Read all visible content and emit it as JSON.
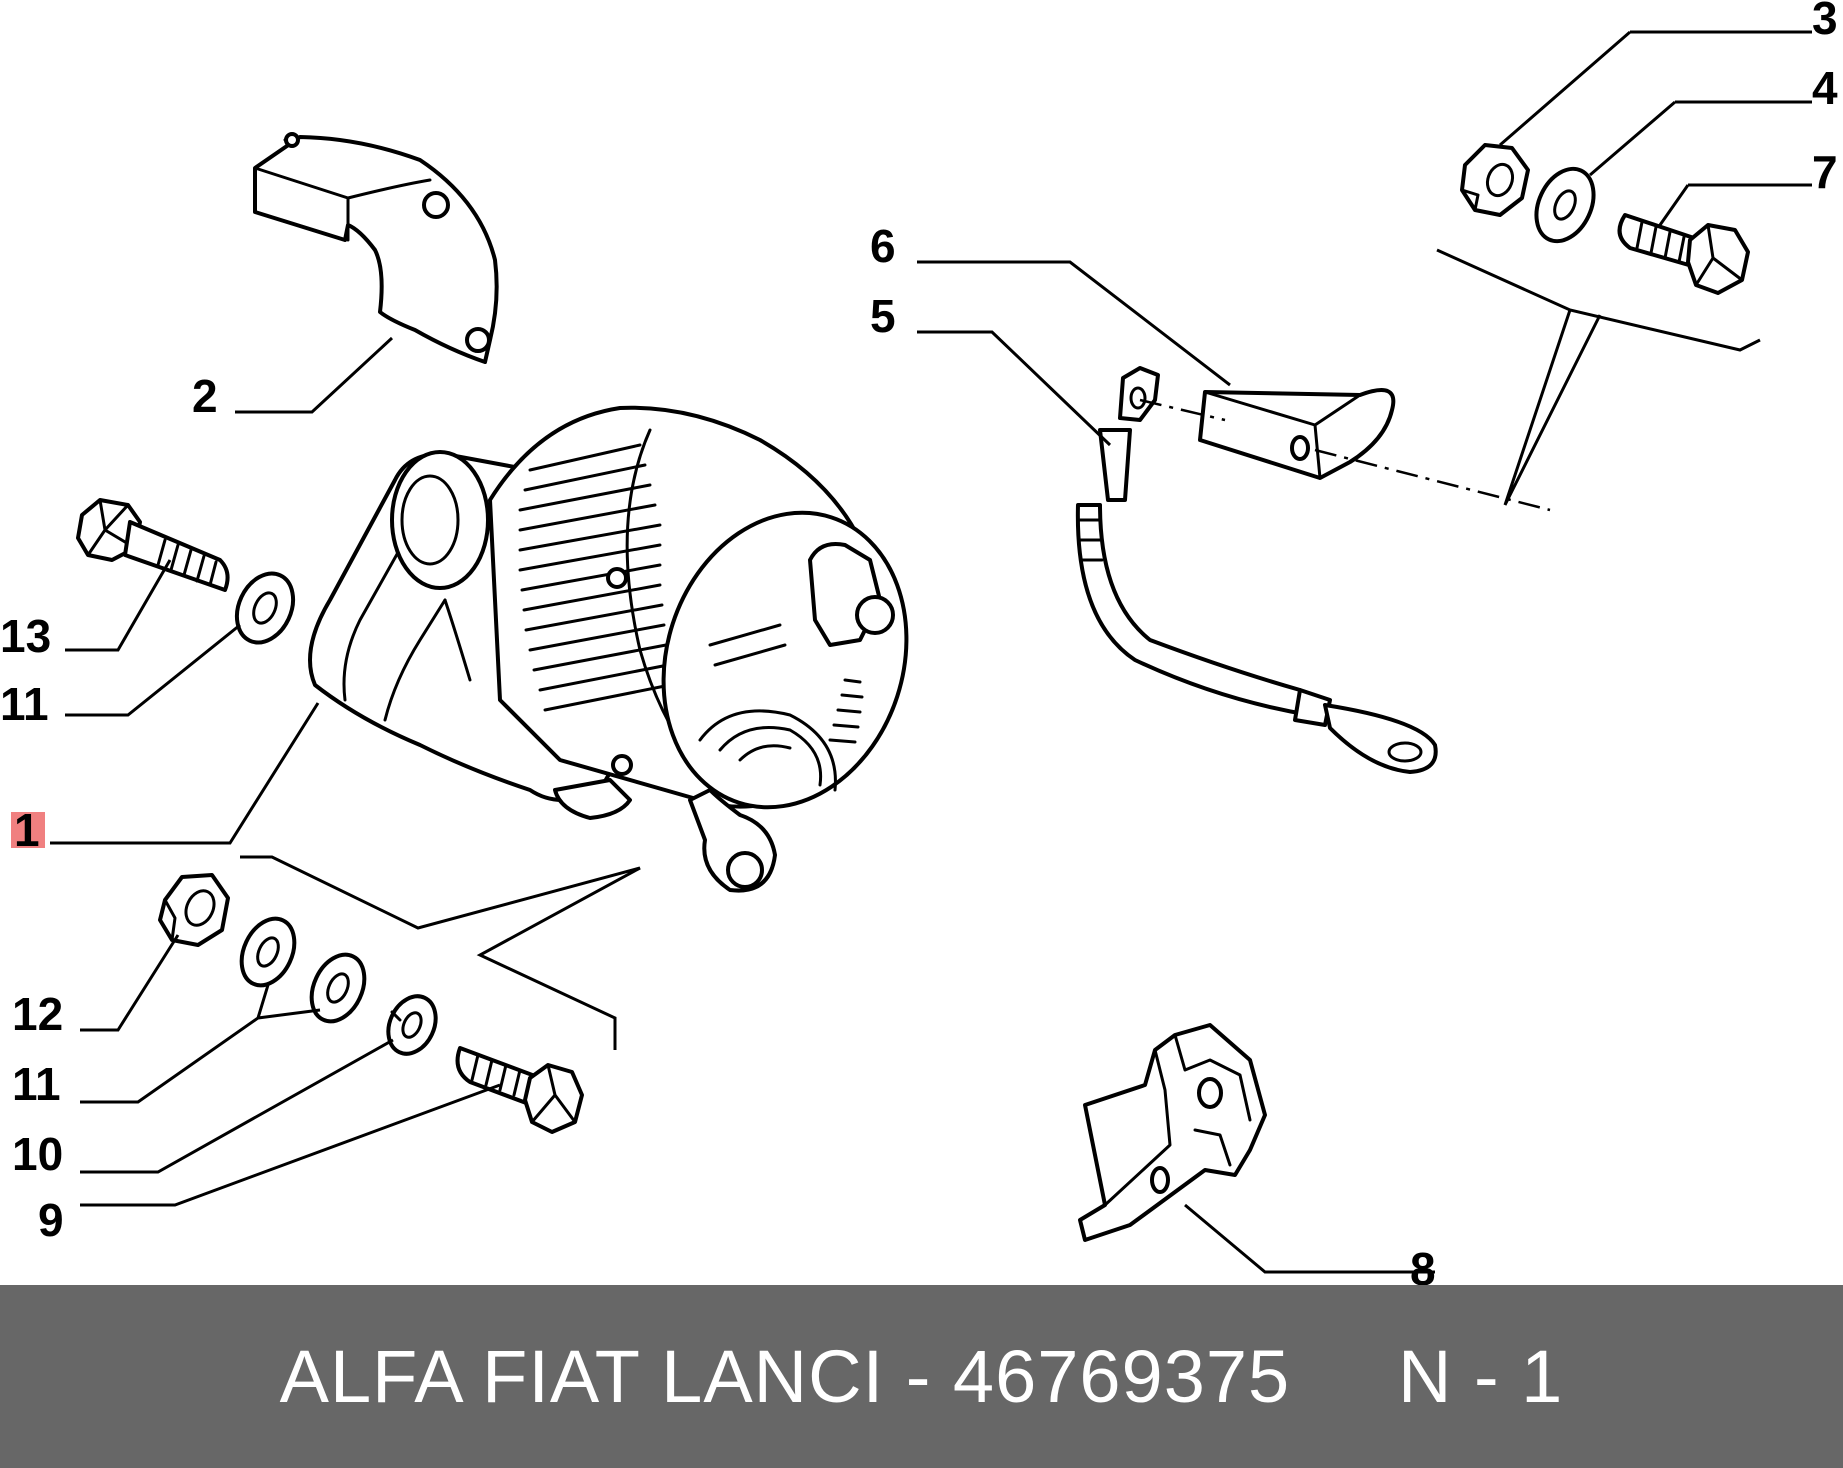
{
  "callouts": {
    "c1": "1",
    "c2": "2",
    "c3": "3",
    "c4": "4",
    "c5": "5",
    "c6": "6",
    "c7": "7",
    "c8": "8",
    "c9": "9",
    "c10": "10",
    "c11a": "11",
    "c11b": "11",
    "c12": "12",
    "c13": "13"
  },
  "highlight_color": "#f08080",
  "footer": {
    "brand": "ALFA FIAT LANCI",
    "separator": "-",
    "part_number": "46769375",
    "position": "N - 1"
  }
}
